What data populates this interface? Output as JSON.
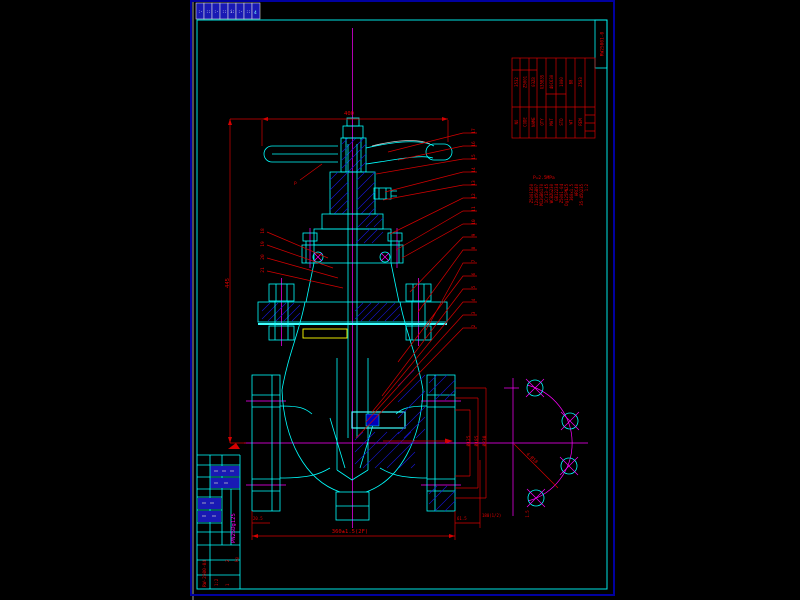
{
  "palette": {
    "background": "#000000",
    "drawing_lines": "#00ffff",
    "dimension_red": "#d40000",
    "centerline_magenta": "#ff00ff",
    "hatch_blue": "#1616d6",
    "gasket_yellow": "#ffff00",
    "outer_frame_blue": "#0000a0",
    "sheet_edge_white": "#b0b0b0",
    "stamp_fill_blue": "#1919b4"
  },
  "stamp_cells": [
    ":·",
    "::",
    ":·",
    "::",
    "i:",
    ":·",
    "::",
    "4"
  ],
  "drawing_no": "RW25001-0",
  "parts_table": {
    "cols": [
      "3532",
      "Z5001",
      "03Z8",
      "G35B3S",
      "40C630",
      "1000",
      "B8",
      "Z593"
    ],
    "headers": [
      "NO",
      "CODE",
      "NAME",
      "QTY",
      "MAT",
      "STD",
      "WT",
      "REM"
    ]
  },
  "notes": {
    "title": "P=2.5MPa",
    "lines": [
      "Z5001350",
      "12x45GB97",
      "M12GB6170",
      "1Cr13-45",
      "WCBZG230",
      "GB12234",
      "Z5001-04",
      "Dg125PN25",
      "360x1.5",
      "HRC40",
      "35-45Q235",
      "1:2"
    ]
  },
  "balloons_right": [
    "17",
    "16",
    "15",
    "14",
    "13",
    "12",
    "11",
    "10",
    "9",
    "8",
    "7",
    "6",
    "5",
    "4",
    "3",
    "2"
  ],
  "balloons_left": [
    "18",
    "19",
    "20",
    "21"
  ],
  "dims": {
    "top_width": "400",
    "height": "445",
    "face_to_face": "360±1.5(2F)",
    "left_small": "20.5",
    "right_small": "61.5",
    "right_far": "180(1/2)",
    "d1": "Ø125",
    "d2": "Ø185",
    "d3": "Ø230",
    "marker": "P"
  },
  "bolt_view": {
    "label": "4-Ø18",
    "sub": "1.5"
  },
  "title_block": {
    "model": "PN25Dg125",
    "code": "RW-2500-04",
    "scale": "1:2",
    "qty": "2",
    "mass": "kg",
    "sheet": "1"
  }
}
